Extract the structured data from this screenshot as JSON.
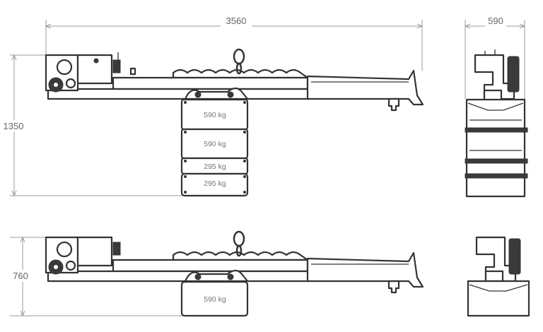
{
  "dimensions": {
    "overall_length": "3560",
    "width": "590",
    "height_full": "1350",
    "height_single": "760"
  },
  "weights_full": [
    "590 kg",
    "590 kg",
    "295 kg",
    "295 kg"
  ],
  "weights_single": [
    "590 kg"
  ],
  "colors": {
    "line": "#333333",
    "dimension": "#9a9a9a",
    "label": "#777777"
  }
}
